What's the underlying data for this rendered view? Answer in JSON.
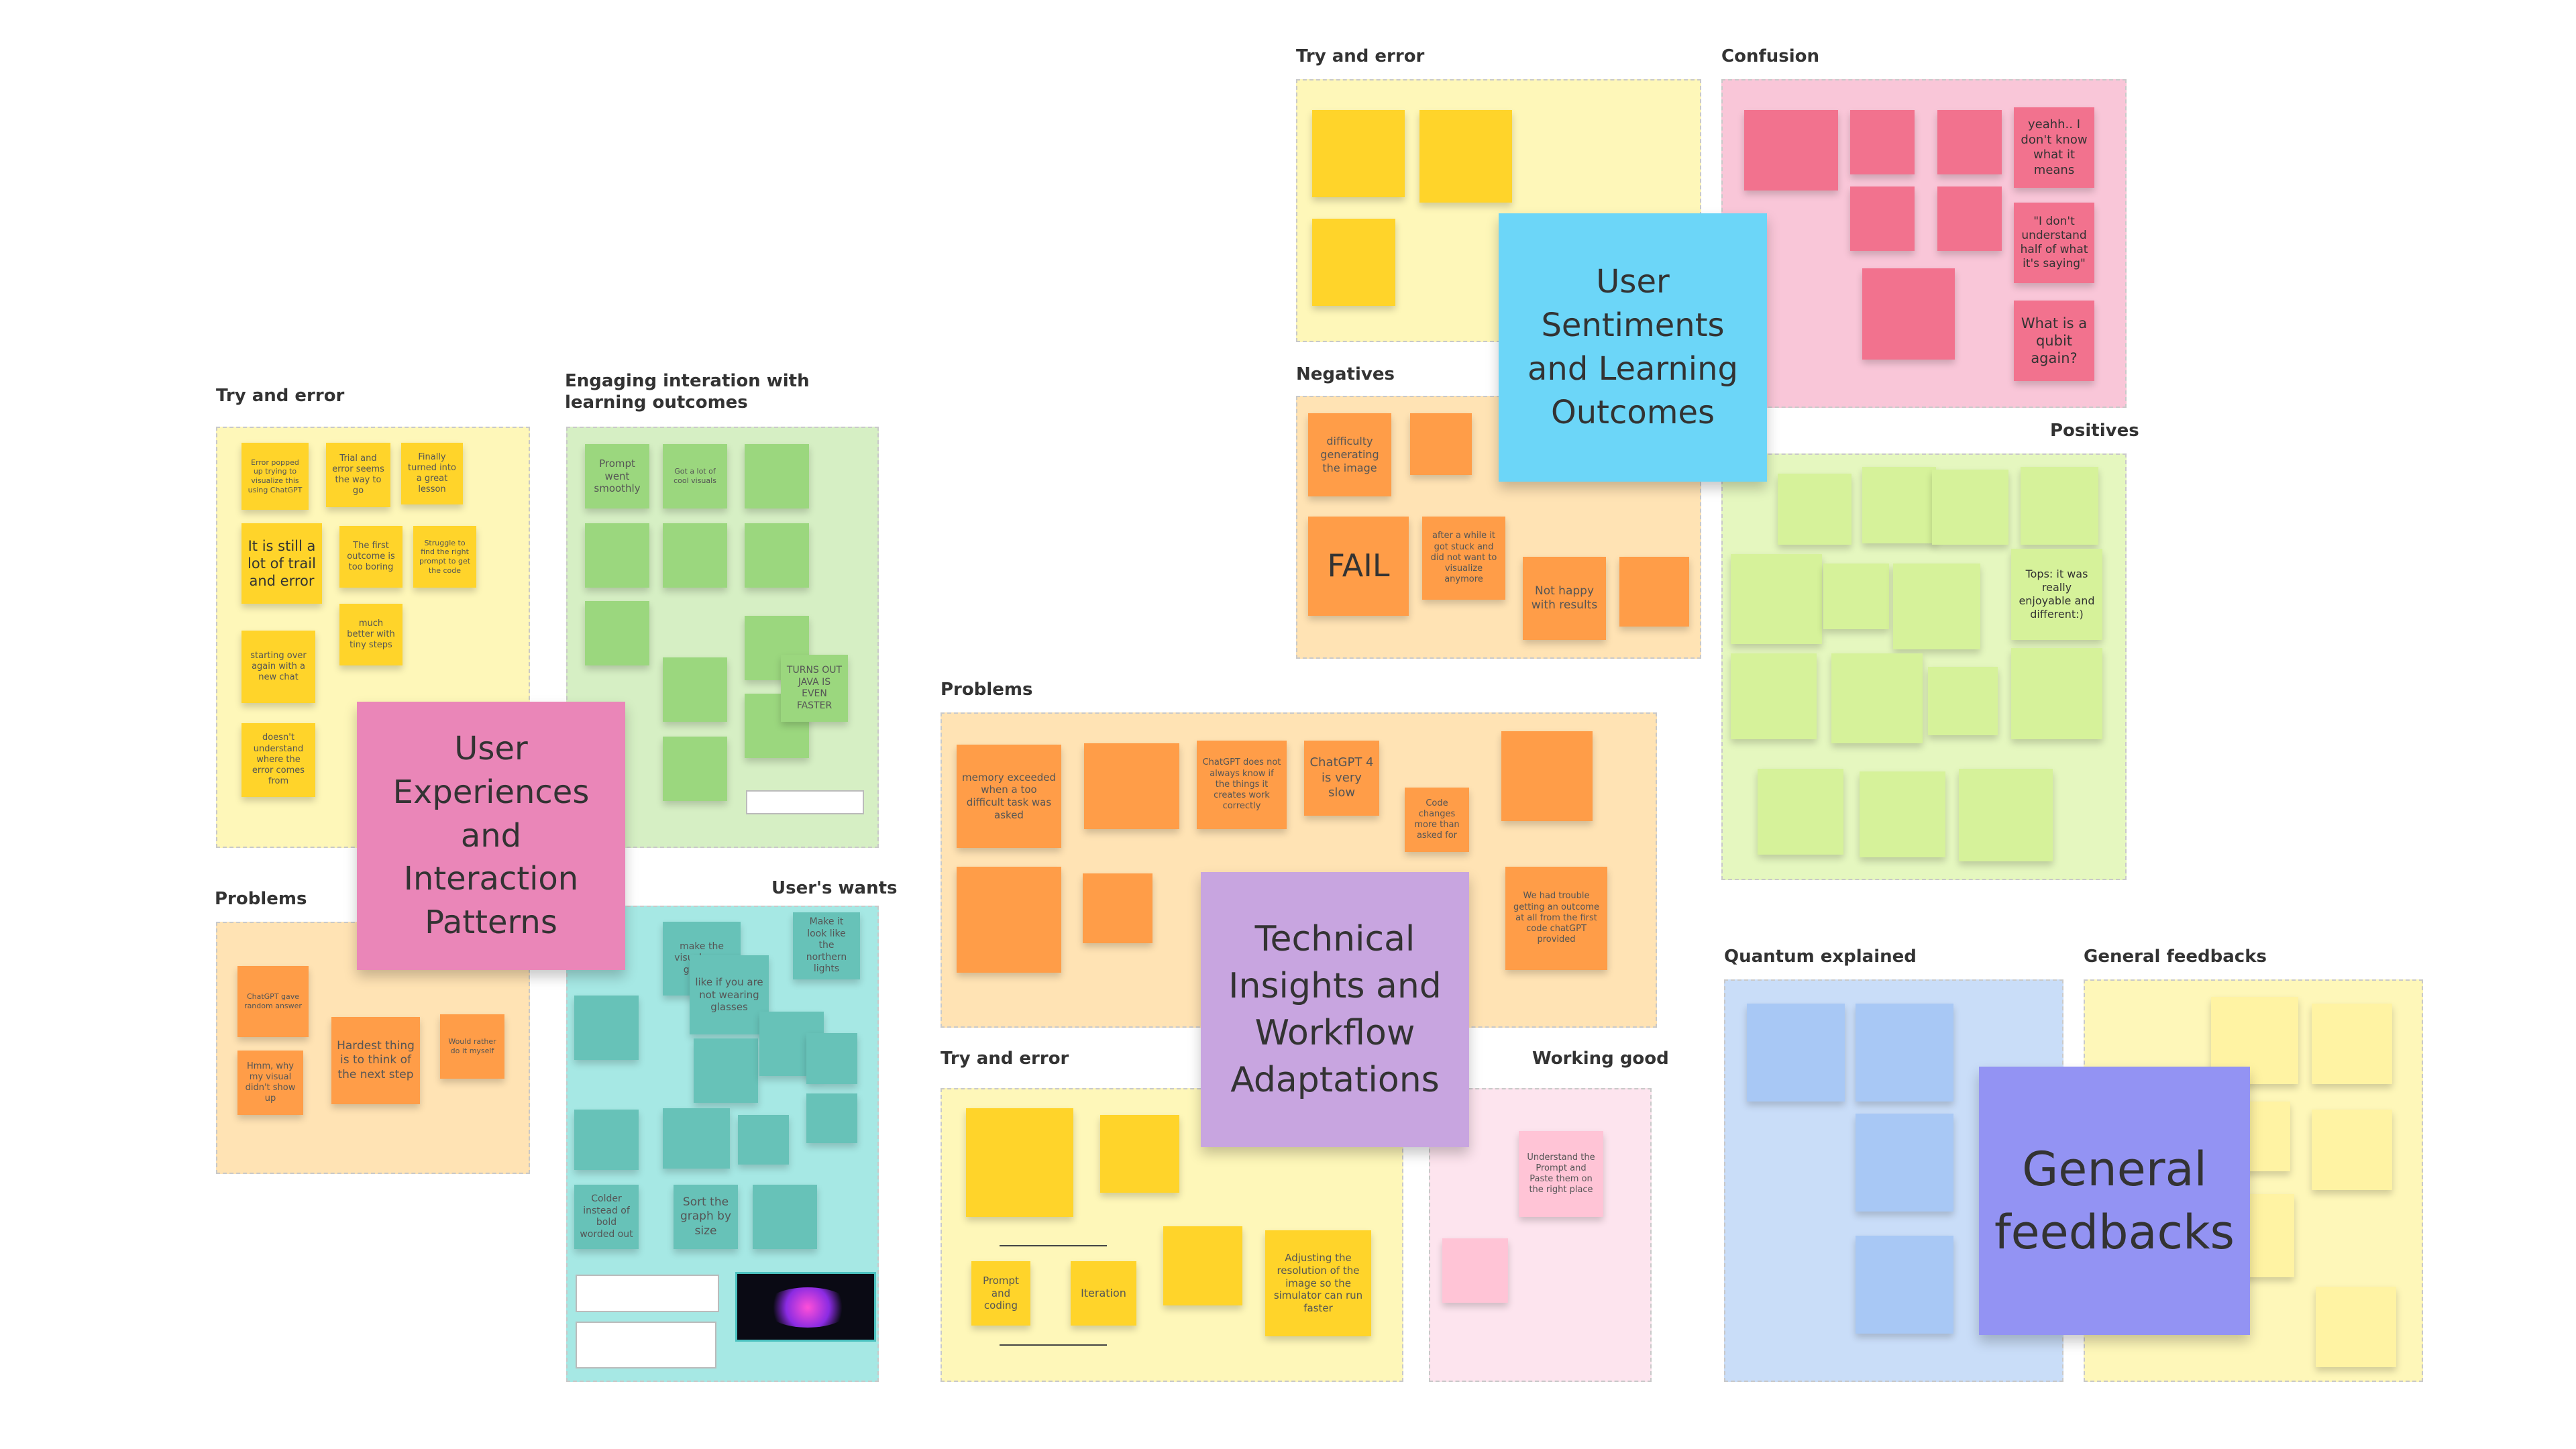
{
  "title_notes": {
    "user_experiences": "User Experiences and Interaction Patterns",
    "user_sentiments": "User Sentiments and Learning Outcomes",
    "technical_insights": "Technical Insights and Workflow Adaptations",
    "general_feedbacks": "General feedbacks"
  },
  "sections": {
    "left_try_error": "Try and error",
    "engaging": "Engaging interation with learning outcomes",
    "left_problems": "Problems",
    "users_wants": "User's wants",
    "top_try_error": "Try and error",
    "confusion": "Confusion",
    "negatives": "Negatives",
    "positives": "Positives",
    "problems": "Problems",
    "bottom_try_error": "Try and error",
    "working_good": "Working good",
    "quantum_explained": "Quantum explained",
    "general_feedbacks": "General feedbacks"
  },
  "notes": {
    "left_try_error": [
      "Error popped up trying to visualize this using ChatGPT",
      "Trial and error seems the way to go",
      "Finally turned into a great lesson",
      "It is still a lot of trail and error",
      "The first outcome is too boring",
      "Struggle to find the right prompt to get the code",
      "starting over again with a new chat",
      "much better with tiny steps",
      "doesn't understand where the error comes from"
    ],
    "engaging": [
      "Prompt went smoothly",
      "Got a lot of cool visuals",
      "",
      "",
      "",
      "",
      "",
      "",
      "",
      "",
      "",
      "TURNS OUT JAVA IS EVEN FASTER",
      ""
    ],
    "left_problems": [
      "ChatGPT gave random answer",
      "Hmm, why my visual didn't show up",
      "Hardest thing is to think of the next step",
      "Would rather do it myself"
    ],
    "users_wants": [
      "make the visual more glowing",
      "like if you are not wearing glasses",
      "",
      "",
      "",
      "",
      "",
      "",
      "",
      "",
      "Sort the graph by size",
      "",
      "Colder instead of bold worded out",
      "",
      "Make it look like the northern lights",
      ""
    ],
    "top_try_error": [
      "",
      "",
      "",
      ""
    ],
    "confusion": [
      "",
      "",
      "",
      "yeahh.. I don't know what it means",
      "",
      "",
      "\"I don't understand half of what it's saying\"",
      "",
      "What is a qubit again?"
    ],
    "negatives": [
      "difficulty generating the image",
      "",
      "FAIL",
      "after a while it got stuck and did not want to visualize anymore",
      "Not happy with results",
      ""
    ],
    "positives": [
      "",
      "",
      "",
      "",
      "",
      "",
      "Tops: it was really enjoyable and different:)",
      "",
      "",
      "",
      "",
      "",
      "",
      "",
      ""
    ],
    "problems": [
      "memory exceeded when a too difficult task was asked",
      "",
      "ChatGPT does not always know if the things it creates work correctly",
      "ChatGPT 4 is very slow",
      "Code changes more than asked for",
      "",
      "",
      "",
      "We had trouble getting an outcome at all from the first code chatGPT provided"
    ],
    "bottom_try_error": [
      "",
      "",
      "Prompt and coding",
      "Iteration",
      "",
      "Adjusting the resolution of the image so the simulator can run faster"
    ],
    "working_good": [
      "Understand the Prompt and Paste them on the right place",
      ""
    ],
    "quantum_explained": [
      "",
      "",
      "",
      ""
    ],
    "general_feedbacks": [
      "",
      "",
      "",
      "",
      "",
      ""
    ]
  }
}
